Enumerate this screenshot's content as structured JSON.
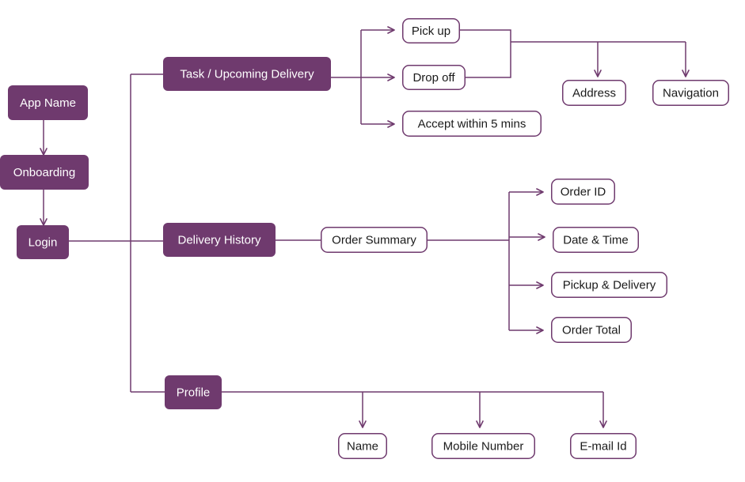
{
  "colors": {
    "primary": "#6f3a6e",
    "outline": "#6f3a6e",
    "edge": "#6f3a6e",
    "text_on_primary": "#ffffff",
    "text_on_outline": "#1a1a1a",
    "background": "#ffffff"
  },
  "nodes": [
    {
      "id": "app-name",
      "label": "App Name",
      "style": "filled"
    },
    {
      "id": "onboarding",
      "label": "Onboarding",
      "style": "filled"
    },
    {
      "id": "login",
      "label": "Login",
      "style": "filled"
    },
    {
      "id": "task-upcoming-delivery",
      "label": "Task / Upcoming Delivery",
      "style": "filled"
    },
    {
      "id": "delivery-history",
      "label": "Delivery History",
      "style": "filled"
    },
    {
      "id": "profile",
      "label": "Profile",
      "style": "filled"
    },
    {
      "id": "pick-up",
      "label": "Pick up",
      "style": "outline"
    },
    {
      "id": "drop-off",
      "label": "Drop off",
      "style": "outline"
    },
    {
      "id": "accept-within-5-mins",
      "label": "Accept within 5 mins",
      "style": "outline"
    },
    {
      "id": "address",
      "label": "Address",
      "style": "outline"
    },
    {
      "id": "navigation",
      "label": "Navigation",
      "style": "outline"
    },
    {
      "id": "order-summary",
      "label": "Order Summary",
      "style": "outline"
    },
    {
      "id": "order-id",
      "label": "Order ID",
      "style": "outline"
    },
    {
      "id": "date-time",
      "label": "Date & Time",
      "style": "outline"
    },
    {
      "id": "pickup-delivery",
      "label": "Pickup & Delivery",
      "style": "outline"
    },
    {
      "id": "order-total",
      "label": "Order Total",
      "style": "outline"
    },
    {
      "id": "name",
      "label": "Name",
      "style": "outline"
    },
    {
      "id": "mobile-number",
      "label": "Mobile Number",
      "style": "outline"
    },
    {
      "id": "email-id",
      "label": "E-mail Id",
      "style": "outline"
    }
  ],
  "edges": [
    {
      "from": "app-name",
      "to": "onboarding",
      "arrow": true
    },
    {
      "from": "onboarding",
      "to": "login",
      "arrow": true
    },
    {
      "from": "login",
      "to": "task-upcoming-delivery",
      "arrow": false
    },
    {
      "from": "login",
      "to": "delivery-history",
      "arrow": false
    },
    {
      "from": "login",
      "to": "profile",
      "arrow": false
    },
    {
      "from": "task-upcoming-delivery",
      "to": "pick-up",
      "arrow": true
    },
    {
      "from": "task-upcoming-delivery",
      "to": "drop-off",
      "arrow": true
    },
    {
      "from": "task-upcoming-delivery",
      "to": "accept-within-5-mins",
      "arrow": true
    },
    {
      "from": "pick-up",
      "to": "address",
      "arrow": true
    },
    {
      "from": "pick-up",
      "to": "navigation",
      "arrow": true
    },
    {
      "from": "drop-off",
      "to": "address",
      "arrow": true
    },
    {
      "from": "drop-off",
      "to": "navigation",
      "arrow": true
    },
    {
      "from": "delivery-history",
      "to": "order-summary",
      "arrow": false
    },
    {
      "from": "order-summary",
      "to": "order-id",
      "arrow": true
    },
    {
      "from": "order-summary",
      "to": "date-time",
      "arrow": true
    },
    {
      "from": "order-summary",
      "to": "pickup-delivery",
      "arrow": true
    },
    {
      "from": "order-summary",
      "to": "order-total",
      "arrow": true
    },
    {
      "from": "profile",
      "to": "name",
      "arrow": true
    },
    {
      "from": "profile",
      "to": "mobile-number",
      "arrow": true
    },
    {
      "from": "profile",
      "to": "email-id",
      "arrow": true
    }
  ]
}
